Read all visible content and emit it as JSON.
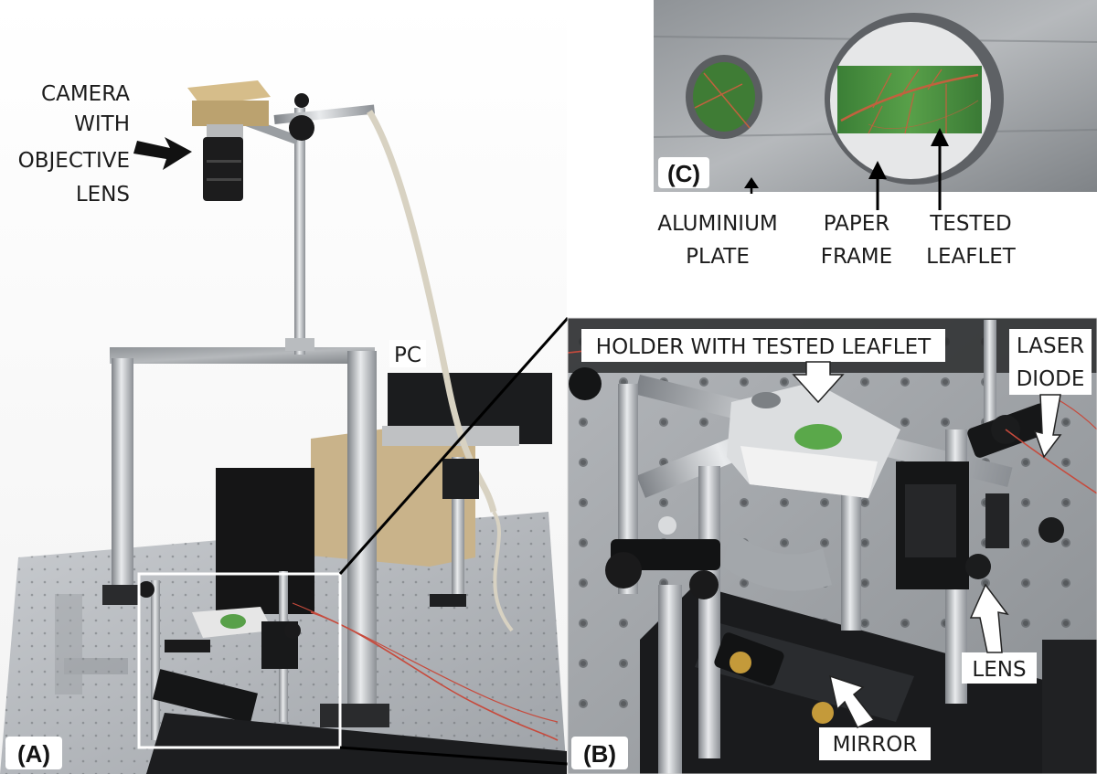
{
  "figure": {
    "panel_a": {
      "panel_tag": "(A)",
      "camera_label_lines": [
        "CAMERA",
        "WITH",
        "OBJECTIVE",
        "LENS"
      ],
      "pc_label": "PC"
    },
    "panel_b": {
      "panel_tag": "(B)",
      "holder_label": "HOLDER WITH TESTED LEAFLET",
      "laser_label_lines": [
        "LASER",
        "DIODE"
      ],
      "lens_label": "LENS",
      "mirror_label": "MIRROR"
    },
    "panel_c": {
      "panel_tag": "(C)",
      "aluminium_label_lines": [
        "ALUMINIUM",
        "PLATE"
      ],
      "paper_label_lines": [
        "PAPER",
        "FRAME"
      ],
      "leaflet_label_lines": [
        "TESTED",
        "LEAFLET"
      ]
    }
  },
  "colors": {
    "label_box": "#ffffff",
    "label_text": "#1c1c1c",
    "callout_box": "#ffffff",
    "leaf_green": "#3f8a3a",
    "leaf_vein": "#c2613e"
  }
}
